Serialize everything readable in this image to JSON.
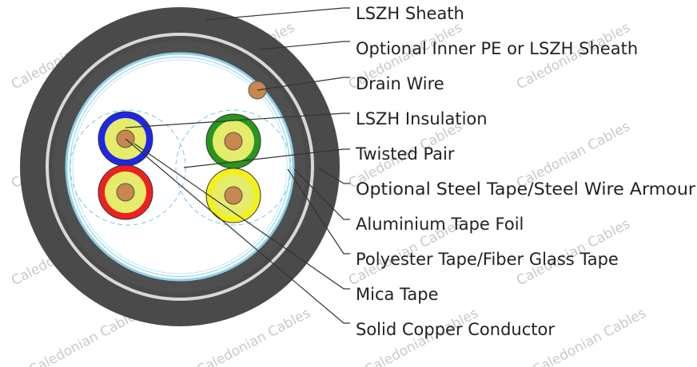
{
  "diagram": {
    "labels": [
      "LSZH Sheath",
      "Optional Inner PE or LSZH Sheath",
      "Drain Wire",
      "LSZH Insulation",
      "Twisted Pair",
      "Optional Steel Tape/Steel Wire Armour",
      "Aluminium Tape Foil",
      "Polyester Tape/Fiber Glass Tape",
      "Mica Tape",
      "Solid Copper Conductor"
    ],
    "watermark": "Caledonian Cables",
    "colors": {
      "outer_sheath": "#4a4a4a",
      "steel_armour_ring": "#d8d8d8",
      "inner_sheath": "#4f4f4f",
      "foil": "#8fd1e8",
      "copper": "#c8874e",
      "blue_core": "#1f27e6",
      "green_core": "#27961f",
      "red_core": "#ee2020",
      "yellow_core": "#f2f21a",
      "insulation_inner": "#e5ec6a"
    }
  }
}
